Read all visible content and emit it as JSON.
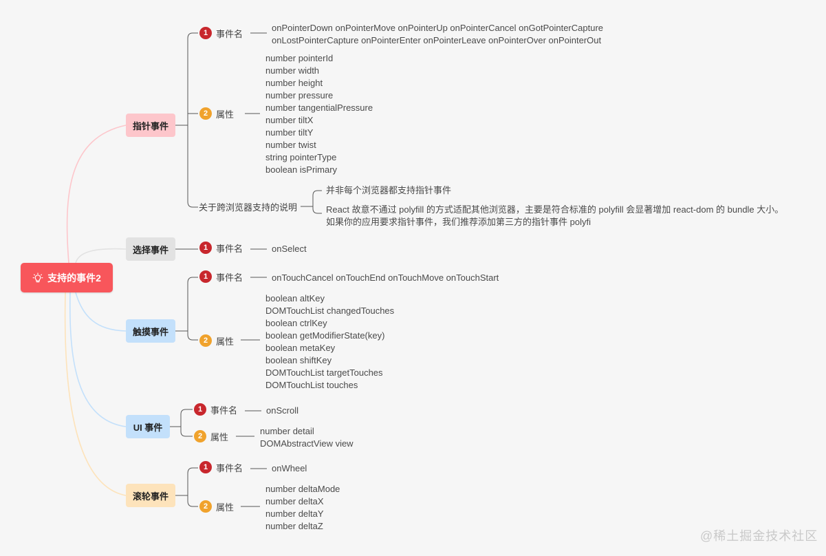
{
  "root": {
    "title": "支持的事件2",
    "icon": "lightbulb-icon"
  },
  "colors": {
    "root": "#f8565b",
    "pointer": "#fdc6cb",
    "select": "#e2e2e2",
    "touch": "#c3e0fb",
    "ui": "#c3e0fb",
    "wheel": "#fde3bb",
    "badge1": "#c8272d",
    "badge2": "#f0a22c"
  },
  "pointer": {
    "label": "指针事件",
    "names_label": "事件名",
    "names": [
      "onPointerDown onPointerMove onPointerUp onPointerCancel onGotPointerCapture",
      "onLostPointerCapture onPointerEnter onPointerLeave onPointerOver onPointerOut"
    ],
    "props_label": "属性",
    "props": [
      "number pointerId",
      "number width",
      "number height",
      "number pressure",
      "number tangentialPressure",
      "number tiltX",
      "number tiltY",
      "number twist",
      "string pointerType",
      "boolean isPrimary"
    ],
    "note_label": "关于跨浏览器支持的说明",
    "note_1": "并非每个浏览器都支持指针事件",
    "note_2": [
      "React 故意不通过 polyfill 的方式适配其他浏览器，主要是符合标准的 polyfill 会显著增加 react-dom 的 bundle 大小。",
      "如果你的应用要求指针事件，我们推荐添加第三方的指针事件 polyfi"
    ]
  },
  "select": {
    "label": "选择事件",
    "names_label": "事件名",
    "names": "onSelect"
  },
  "touch": {
    "label": "触摸事件",
    "names_label": "事件名",
    "names": "onTouchCancel onTouchEnd onTouchMove onTouchStart",
    "props_label": "属性",
    "props": [
      "boolean altKey",
      "DOMTouchList changedTouches",
      "boolean ctrlKey",
      "boolean getModifierState(key)",
      "boolean metaKey",
      "boolean shiftKey",
      "DOMTouchList targetTouches",
      "DOMTouchList touches"
    ]
  },
  "ui": {
    "label": "UI 事件",
    "names_label": "事件名",
    "names": "onScroll",
    "props_label": "属性",
    "props": [
      "number detail",
      "DOMAbstractView view"
    ]
  },
  "wheel": {
    "label": "滚轮事件",
    "names_label": "事件名",
    "names": "onWheel",
    "props_label": "属性",
    "props": [
      "number deltaMode",
      "number deltaX",
      "number deltaY",
      "number deltaZ"
    ]
  },
  "badges": {
    "one": "1",
    "two": "2"
  },
  "watermark": "@稀土掘金技术社区"
}
